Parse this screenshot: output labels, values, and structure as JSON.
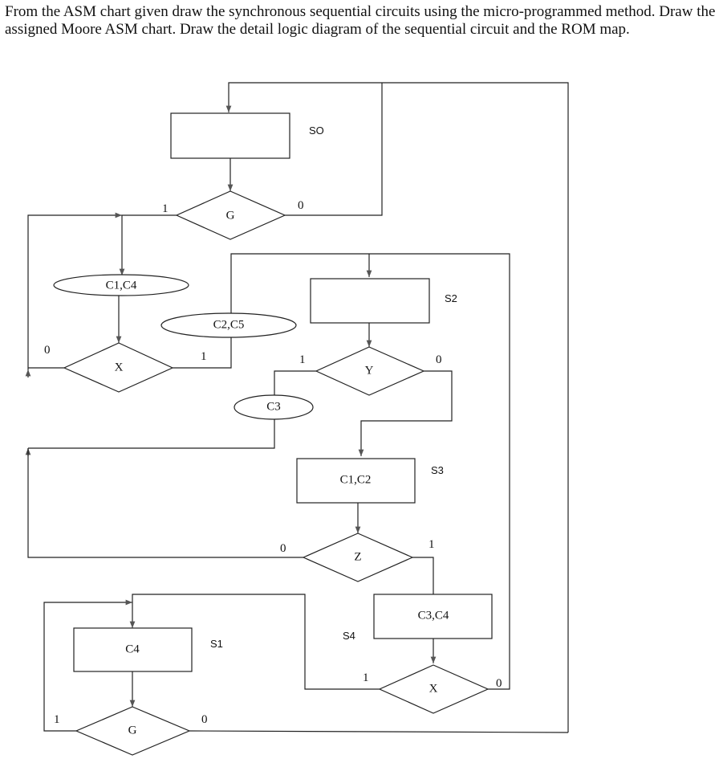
{
  "question": "From the ASM chart given draw the synchronous sequential circuits using the micro-programmed method. Draw the assigned Moore ASM chart. Draw the detail logic diagram of the sequential circuit and the ROM map.",
  "states": {
    "s0": "SO",
    "s1": "S1",
    "s2": "S2",
    "s3": "S3",
    "s4": "S4"
  },
  "decisions": {
    "g_top": "G",
    "x_left": "X",
    "y": "Y",
    "z": "Z",
    "x_right": "X",
    "g_bottom": "G"
  },
  "outputs": {
    "c1c4": "C1,C4",
    "c2c5": "C2,C5",
    "c3": "C3",
    "c1c2": "C1,C2",
    "c3c4": "C3,C4",
    "c4": "C4"
  },
  "branch_labels": {
    "g_top_true": "1",
    "g_top_false": "0",
    "x_left_false": "0",
    "x_left_true": "1",
    "y_true": "1",
    "y_false": "0",
    "z_false": "0",
    "z_true": "1",
    "x_right_true": "1",
    "x_right_false": "0",
    "g_bottom_true": "1",
    "g_bottom_false": "0"
  }
}
